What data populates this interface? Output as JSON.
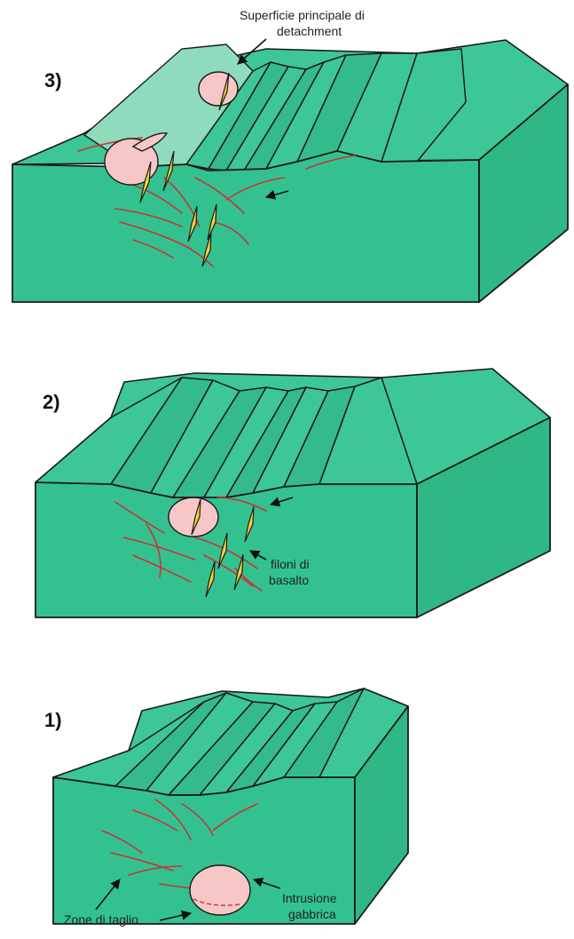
{
  "panels": {
    "p3": {
      "number": "3)",
      "label_detachment_line1": "Superficie principale di",
      "label_detachment_line2": "detachment"
    },
    "p2": {
      "number": "2)",
      "label_dykes_line1": "filoni di",
      "label_dykes_line2": "basalto"
    },
    "p1": {
      "number": "1)",
      "label_shear": "Zone di taglio",
      "label_intrusion_line1": "Intrusione",
      "label_intrusion_line2": "gabbrica"
    }
  },
  "colors": {
    "block_green": "#33c28f",
    "detachment_surface": "#8edcbc",
    "shear_zones": "#c8333a",
    "gabbro": "#f7c6c6",
    "basalt_dykes": "#f2d23a"
  }
}
